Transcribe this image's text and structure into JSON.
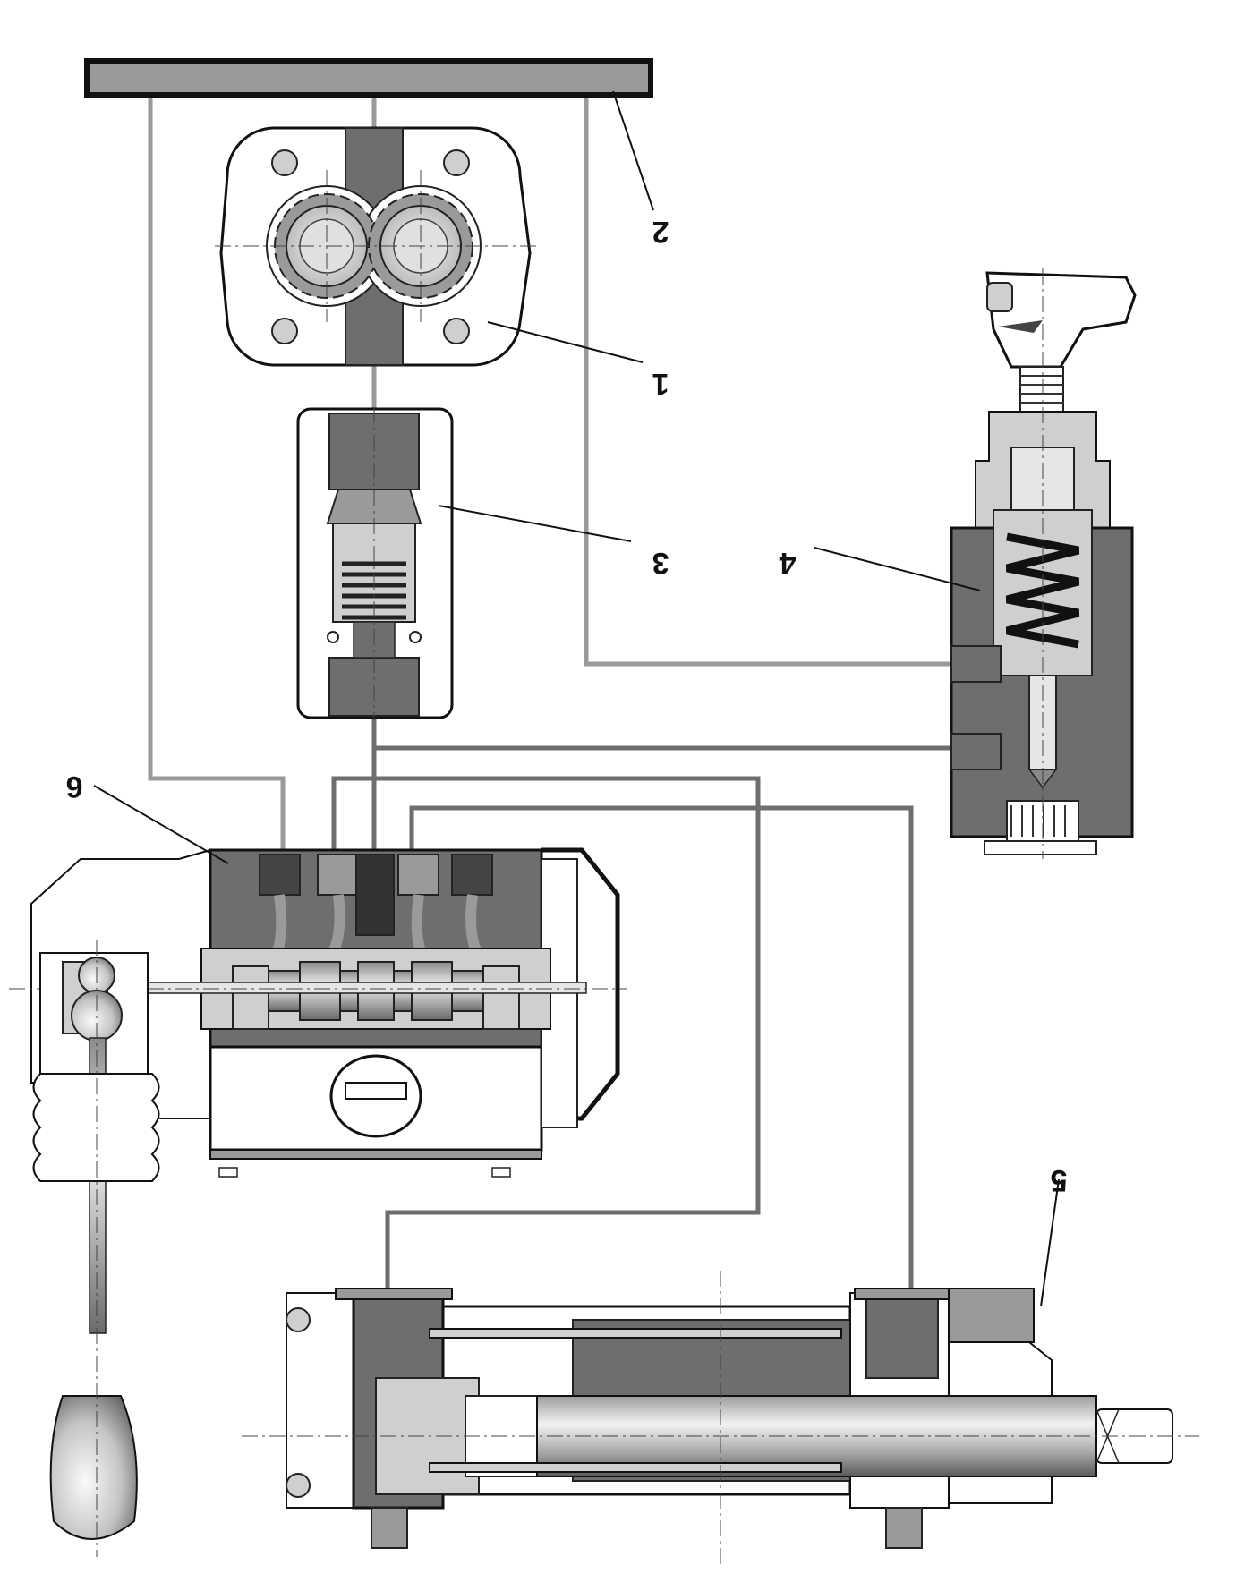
{
  "diagram": {
    "labels": [
      {
        "id": "1",
        "text": "1"
      },
      {
        "id": "2",
        "text": "2"
      },
      {
        "id": "3",
        "text": "3"
      },
      {
        "id": "4",
        "text": "4"
      },
      {
        "id": "5",
        "text": "5"
      },
      {
        "id": "6",
        "text": "6"
      }
    ],
    "colors": {
      "line": "#555555",
      "body_dark": "#6e6e6e",
      "body_mid": "#9a9a9a",
      "body_light": "#cfcfcf",
      "metal": "#bdbdbd",
      "outline": "#222222",
      "background": "#ffffff"
    }
  }
}
